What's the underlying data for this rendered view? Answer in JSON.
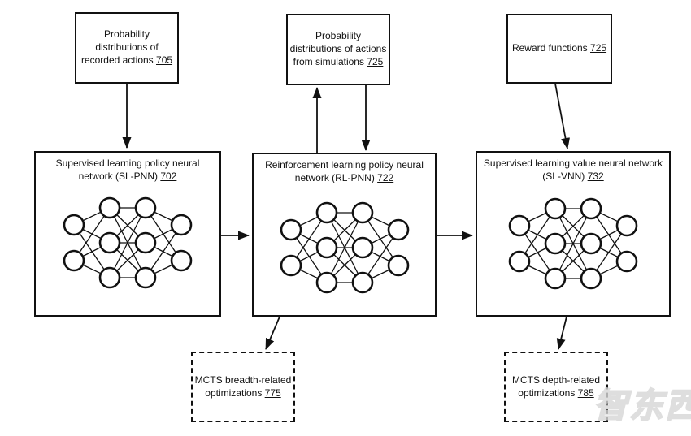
{
  "page": {
    "background": "#ffffff",
    "line_color": "#111111"
  },
  "boxes": {
    "prob_recorded": {
      "lines": [
        "Probability",
        "distributions of",
        "recorded actions"
      ],
      "ref": "705"
    },
    "prob_simulations": {
      "lines": [
        "Probability",
        "distributions of actions",
        "from simulations"
      ],
      "ref": "725"
    },
    "reward_functions": {
      "lines": [
        "Reward functions"
      ],
      "ref": "725"
    },
    "sl_pnn": {
      "lines": [
        "Supervised learning policy neural",
        "network (SL-PNN)"
      ],
      "ref": "702"
    },
    "rl_pnn": {
      "lines": [
        "Reinforcement learning policy neural",
        "network (RL-PNN)"
      ],
      "ref": "722"
    },
    "sl_vnn": {
      "lines": [
        "Supervised learning value neural network",
        "(SL-VNN)"
      ],
      "ref": "732"
    },
    "mcts_breadth": {
      "lines": [
        "MCTS breadth-related",
        "optimizations"
      ],
      "ref": "775"
    },
    "mcts_depth": {
      "lines": [
        "MCTS depth-related",
        "optimizations"
      ],
      "ref": "785"
    }
  },
  "watermark": {
    "text": "智东西"
  }
}
